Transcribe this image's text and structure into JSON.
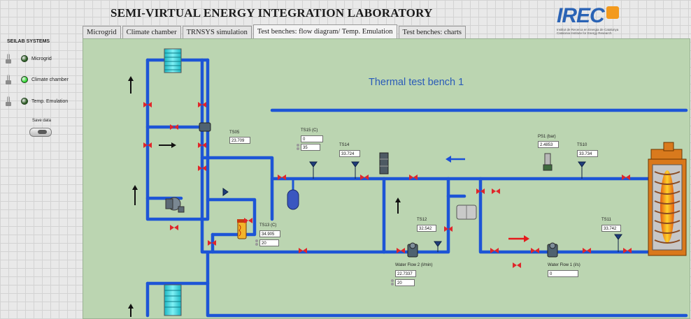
{
  "header": {
    "title": "SEMI-VIRTUAL ENERGY INTEGRATION LABORATORY",
    "logo_text": "IREC",
    "logo_subtitle": "Institut de Recerca en Energia de Catalunya Catalonia Institute for Energy Research"
  },
  "tabs": [
    {
      "label": "Microgrid",
      "active": false
    },
    {
      "label": "Climate chamber",
      "active": false
    },
    {
      "label": "TRNSYS simulation",
      "active": false
    },
    {
      "label": "Test benches: flow diagram/ Temp. Emulation",
      "active": true
    },
    {
      "label": "Test benches: charts",
      "active": false
    }
  ],
  "sidebar": {
    "title": "SEILAB SYSTEMS",
    "systems": [
      {
        "label": "Microgrid",
        "led_color": "#2e5e26"
      },
      {
        "label": "Climate chamber",
        "led_color": "#33d934"
      },
      {
        "label": "Temp. Emulation",
        "led_color": "#2e5e26"
      }
    ],
    "save_label": "Save data"
  },
  "diagram": {
    "title": "Thermal test bench 1",
    "colors": {
      "pipe": "#1d55d6",
      "valve": "#e0262a",
      "arrow_red": "#e5191c",
      "arrow_blue": "#1b4fd8"
    },
    "sensors": {
      "ts05": {
        "label": "TS05",
        "value": "23.709"
      },
      "ts15": {
        "label": "TS15 (C)",
        "value": "0",
        "setpoint": "35"
      },
      "ts14": {
        "label": "TS14",
        "value": "33.724"
      },
      "ps1": {
        "label": "PS1 (bar)",
        "value": "2.4853"
      },
      "ts10": {
        "label": "TS10",
        "value": "33.734"
      },
      "ts13": {
        "label": "TS13 (C)",
        "value": "34.905",
        "setpoint": "20"
      },
      "ts12": {
        "label": "TS12",
        "value": "32.542"
      },
      "ts11": {
        "label": "TS11",
        "value": "33.742"
      },
      "flow2": {
        "label": "Water Flow 2 (l/min)",
        "value": "22.7337",
        "setpoint": "20"
      },
      "flow1": {
        "label": "Water Flow 1 (l/s)",
        "value": "0"
      }
    }
  }
}
